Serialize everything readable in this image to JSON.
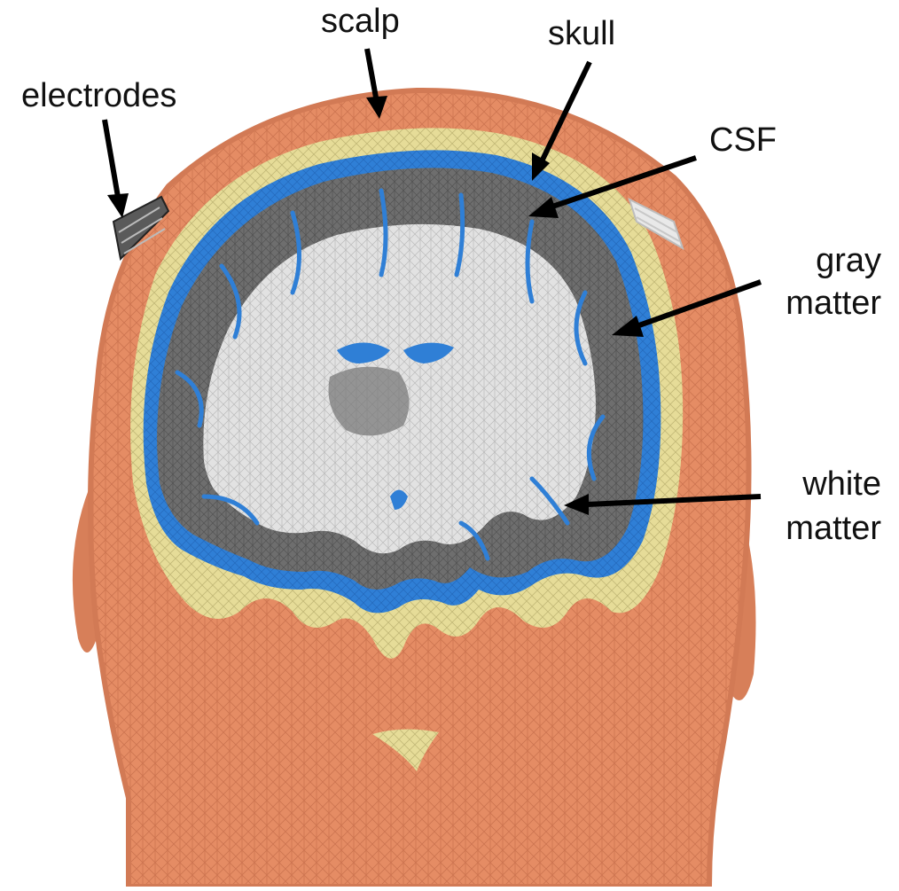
{
  "labels": {
    "scalp": "scalp",
    "skull": "skull",
    "electrodes": "electrodes",
    "csf": "CSF",
    "gray_line1": "gray",
    "gray_line2": "matter",
    "white_line1": "white",
    "white_line2": "matter"
  },
  "colors": {
    "scalp": "#e8916a",
    "scalp_dark": "#c96f4c",
    "skull": "#e9df9b",
    "csf": "#2f80d8",
    "gray_matter": "#6f6f6f",
    "white_matter": "#e4e4e4",
    "electrode": "#5a5a5a",
    "arrow": "#000000"
  }
}
